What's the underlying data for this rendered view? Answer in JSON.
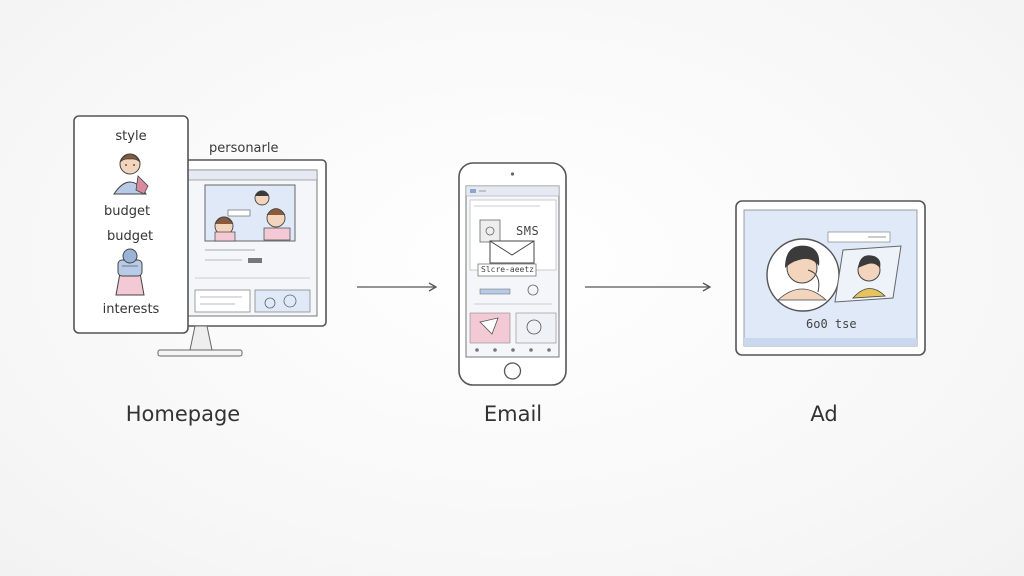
{
  "homepage": {
    "caption": "Homepage",
    "monitor_label": "personarle",
    "profile_labels": {
      "style": "style",
      "budget_1": "budget",
      "budget_2": "budget",
      "interests": "interests"
    }
  },
  "email": {
    "caption": "Email",
    "sms_label": "SMS",
    "scribble": "Slcre-aeetz"
  },
  "ad": {
    "caption": "Ad",
    "ad_text": "6o0 tse"
  },
  "colors": {
    "line": "#555555",
    "screen_blue": "#dfe9f7",
    "accent_pink": "#f2c9d4",
    "accent_blue": "#b7cbe6",
    "skin": "#f3d4bd",
    "hair_dark": "#3b3b3b",
    "hair_brown": "#8a5a3c"
  }
}
